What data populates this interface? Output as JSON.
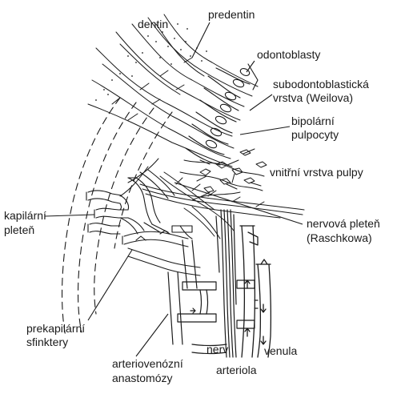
{
  "labels": {
    "dentin": "dentin",
    "predentin": "predentin",
    "odontoblasty": "odontoblasty",
    "subodontoblasticka_1": "subodontoblastická",
    "subodontoblasticka_2": "vrstva (Weilova)",
    "bipolarni_1": "bipolární",
    "bipolarni_2": "pulpocyty",
    "vnitrni": "vnitřní vrstva pulpy",
    "kapilarni_1": "kapilární",
    "kapilarni_2": "pleteň",
    "nervova_1": "nervová pleteň",
    "nervova_2": "(Raschkowa)",
    "prekapilarni_1": "prekapilární",
    "prekapilarni_2": "sfinktery",
    "arteriovenozni_1": "arteriovenózní",
    "arteriovenozni_2": "anastomózy",
    "nerv": "nerv",
    "arteriola": "arteriola",
    "venula": "venula"
  },
  "colors": {
    "ink": "#1a1a1a",
    "background": "#ffffff"
  }
}
